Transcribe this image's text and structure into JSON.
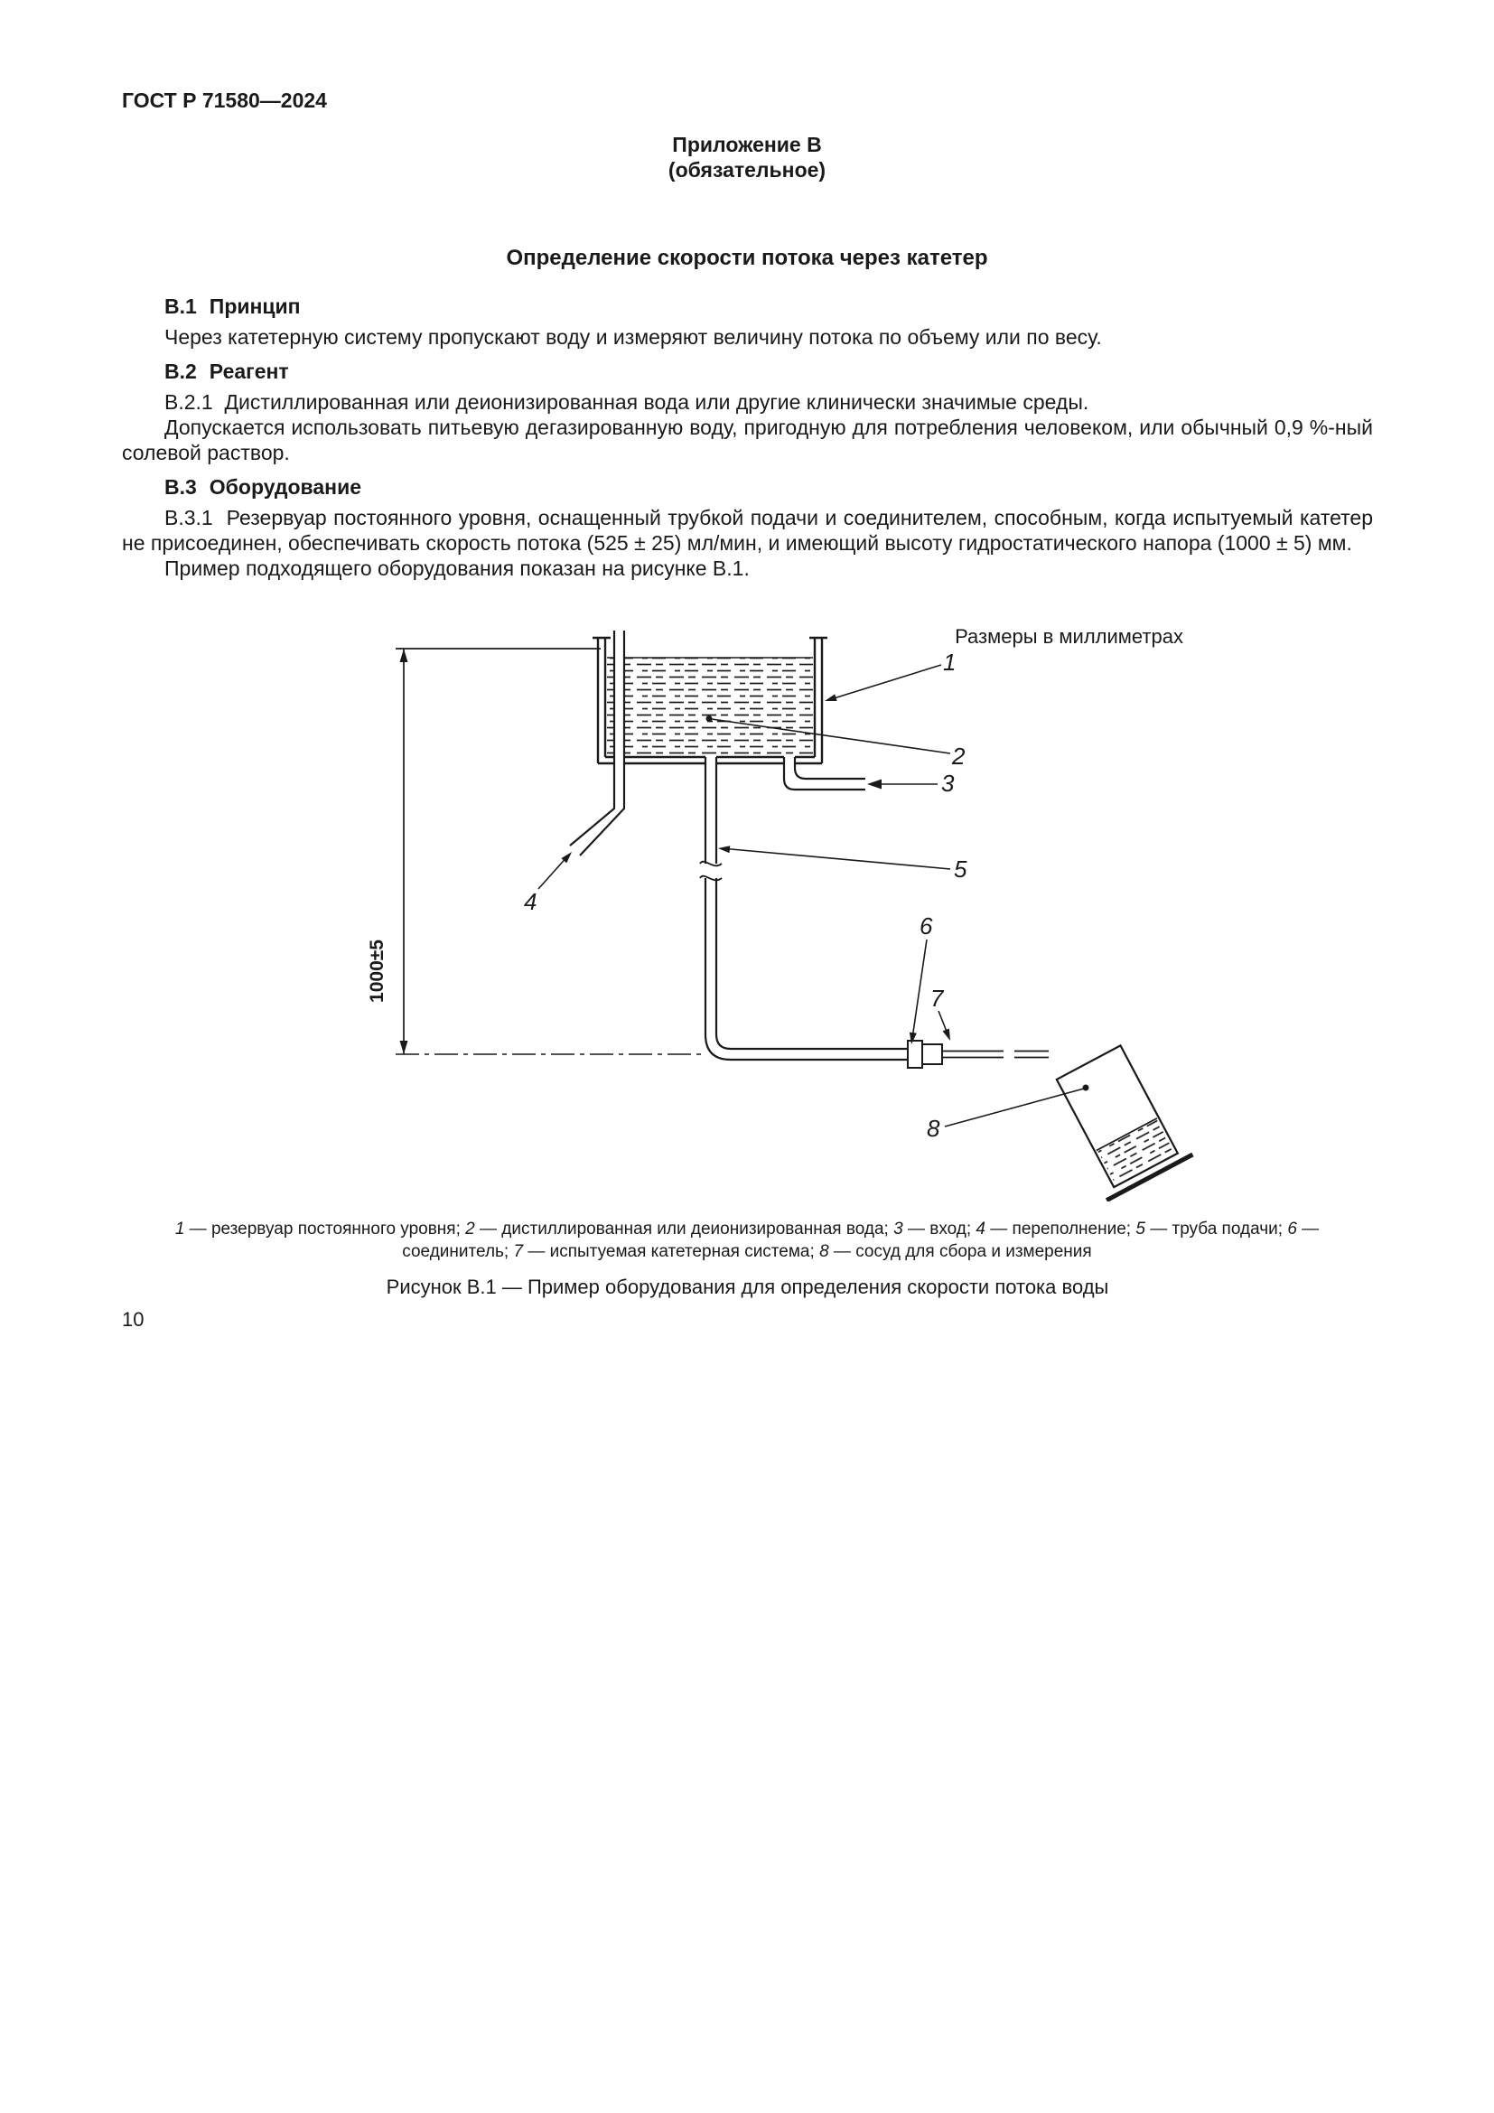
{
  "page": {
    "doc_code": "ГОСТ Р 71580—2024",
    "page_number": "10"
  },
  "appendix": {
    "label": "Приложение В",
    "status": "(обязательное)",
    "title": "Определение скорости потока через катетер"
  },
  "sections": [
    {
      "num": "В.1",
      "title": "Принцип",
      "paragraphs": [
        "Через катетерную систему пропускают воду и измеряют величину потока по объему или по весу."
      ]
    },
    {
      "num": "В.2",
      "title": "Реагент",
      "paragraphs": [
        "В.2.1  Дистиллированная или деионизированная вода или другие клинически значимые среды.",
        "Допускается использовать питьевую дегазированную воду, пригодную для потребления человеком, или обычный 0,9 %-ный солевой раствор."
      ]
    },
    {
      "num": "В.3",
      "title": "Оборудование",
      "paragraphs": [
        "В.3.1  Резервуар постоянного уровня, оснащенный трубкой подачи и соединителем, способным, когда испытуемый катетер не присоединен, обеспечивать скорость потока (525 ± 25) мл/мин, и имеющий высоту гидростатического напора (1000 ± 5) мм.",
        "Пример подходящего оборудования показан на рисунке В.1."
      ]
    }
  ],
  "figure": {
    "units_note": "Размеры в миллиметрах",
    "dimension_label": "1000±5",
    "callouts": {
      "c1": "1",
      "c2": "2",
      "c3": "3",
      "c4": "4",
      "c5": "5",
      "c6": "6",
      "c7": "7",
      "c8": "8"
    },
    "legend": [
      {
        "num": "1",
        "text": " — резервуар постоянного уровня; "
      },
      {
        "num": "2",
        "text": " — дистиллированная или деионизированная вода; "
      },
      {
        "num": "3",
        "text": " — вход; "
      },
      {
        "num": "4",
        "text": " — переполнение; "
      },
      {
        "num": "5",
        "text": " — труба подачи; "
      },
      {
        "num": "6",
        "text": " — соединитель; "
      },
      {
        "num": "7",
        "text": " — испытуемая катетерная система; "
      },
      {
        "num": "8",
        "text": " — сосуд для сбора и измерения"
      }
    ],
    "caption": "Рисунок В.1 — Пример оборудования для определения скорости потока воды"
  }
}
